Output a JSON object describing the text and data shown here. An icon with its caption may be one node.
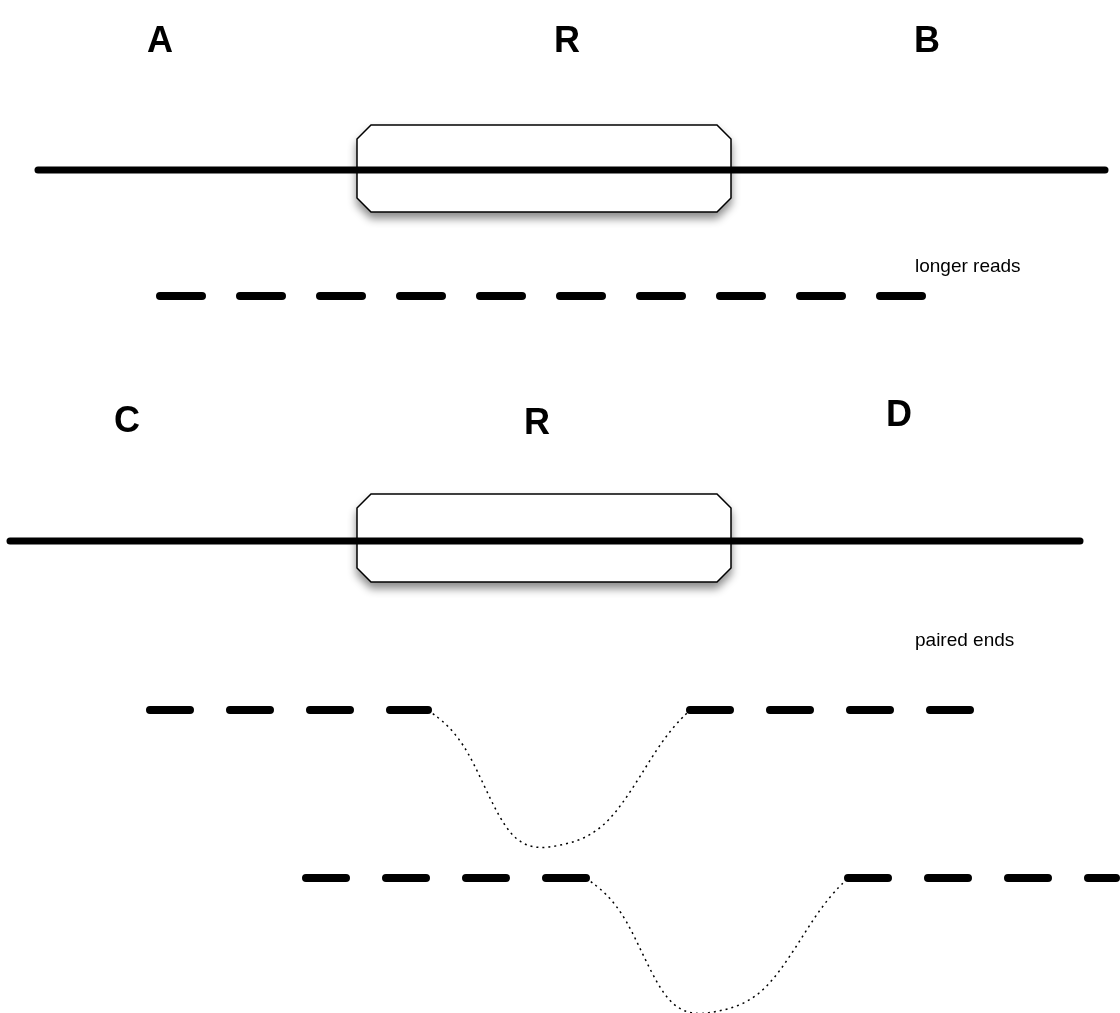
{
  "diagram": {
    "nodes": [
      {
        "text": [],
        "shape": "box"
      },
      {
        "text": [],
        "shape": "box"
      }
    ],
    "labels": [
      "A",
      "R",
      "B",
      "longer reads",
      "C",
      "R",
      "D",
      "paired ends"
    ]
  }
}
